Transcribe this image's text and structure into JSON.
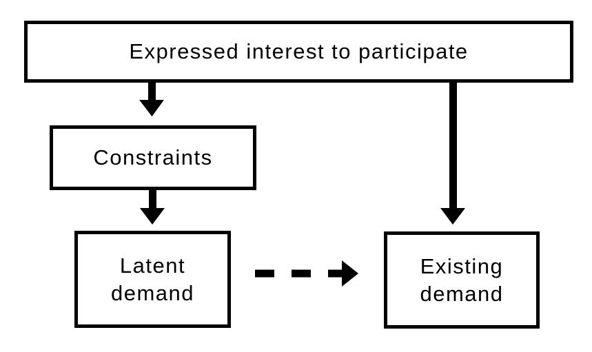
{
  "diagram": {
    "background_color": "#ffffff",
    "line_color": "#000000",
    "nodes": {
      "expressed_interest": {
        "label": "Expressed interest to participate"
      },
      "constraints": {
        "label": "Constraints"
      },
      "latent_demand": {
        "label": "Latent demand",
        "lines": [
          "Latent",
          "demand"
        ]
      },
      "existing_demand": {
        "label": "Existing demand",
        "lines": [
          "Existing",
          "demand"
        ]
      }
    },
    "edges": [
      {
        "from": "Expressed interest to participate",
        "to": "Constraints",
        "style": "solid-arrow"
      },
      {
        "from": "Constraints",
        "to": "Latent demand",
        "style": "solid-arrow"
      },
      {
        "from": "Expressed interest to participate",
        "to": "Existing demand",
        "style": "solid-arrow"
      },
      {
        "from": "Latent demand",
        "to": "Existing demand",
        "style": "dashed-arrow"
      }
    ]
  }
}
